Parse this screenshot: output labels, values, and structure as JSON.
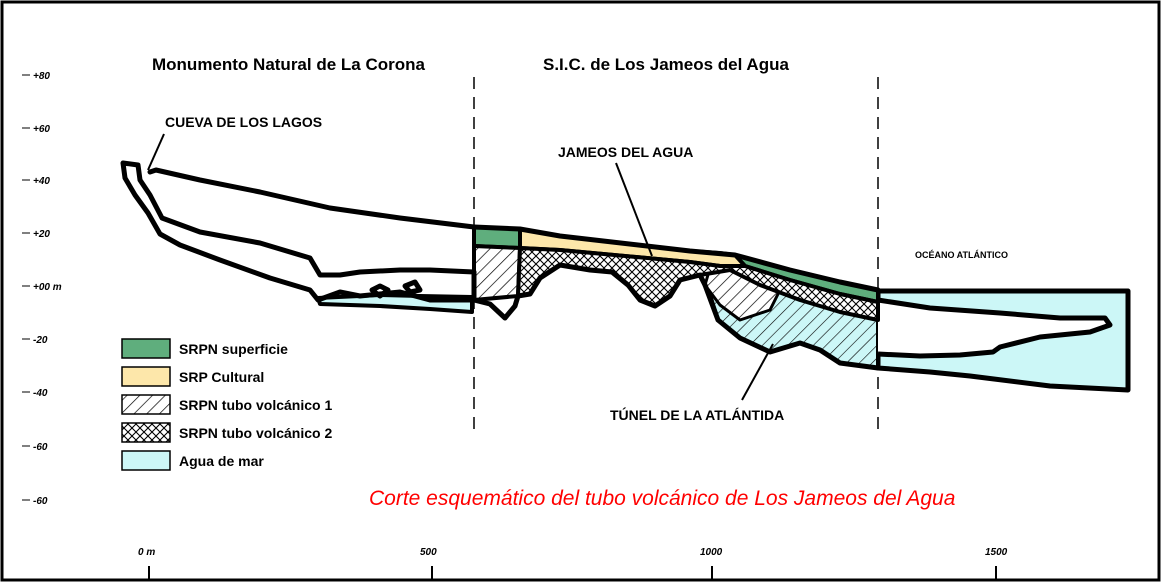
{
  "region_titles": {
    "left": "Monumento Natural de La Corona",
    "right": "S.I.C. de Los Jameos del Agua"
  },
  "callouts": {
    "cueva": "CUEVA DE LOS LAGOS",
    "jameos": "JAMEOS DEL AGUA",
    "tunel": "TÚNEL DE LA ATLÁNTIDA",
    "oceano": "OCÉANO ATLÁNTICO"
  },
  "y_axis_labels": [
    "+80",
    "+60",
    "+40",
    "+20",
    "+00 m",
    "-20",
    "-40",
    "-60",
    "-60"
  ],
  "x_axis_labels": [
    "0 m",
    "500",
    "1000",
    "1500"
  ],
  "legend": [
    {
      "label": "SRPN superficie",
      "swatch": "green"
    },
    {
      "label": "SRP Cultural",
      "swatch": "yellow"
    },
    {
      "label": "SRPN tubo volcánico 1",
      "swatch": "hatch"
    },
    {
      "label": "SRPN tubo volcánico 2",
      "swatch": "crosshatch"
    },
    {
      "label": "Agua de mar",
      "swatch": "sea"
    }
  ],
  "caption": "Corte esquemático del tubo volcánico de Los Jameos del Agua",
  "colors": {
    "green": "#5fae7d",
    "yellow": "#fde7aa",
    "sea": "#ccf7f7",
    "caption": "#ff0000"
  }
}
